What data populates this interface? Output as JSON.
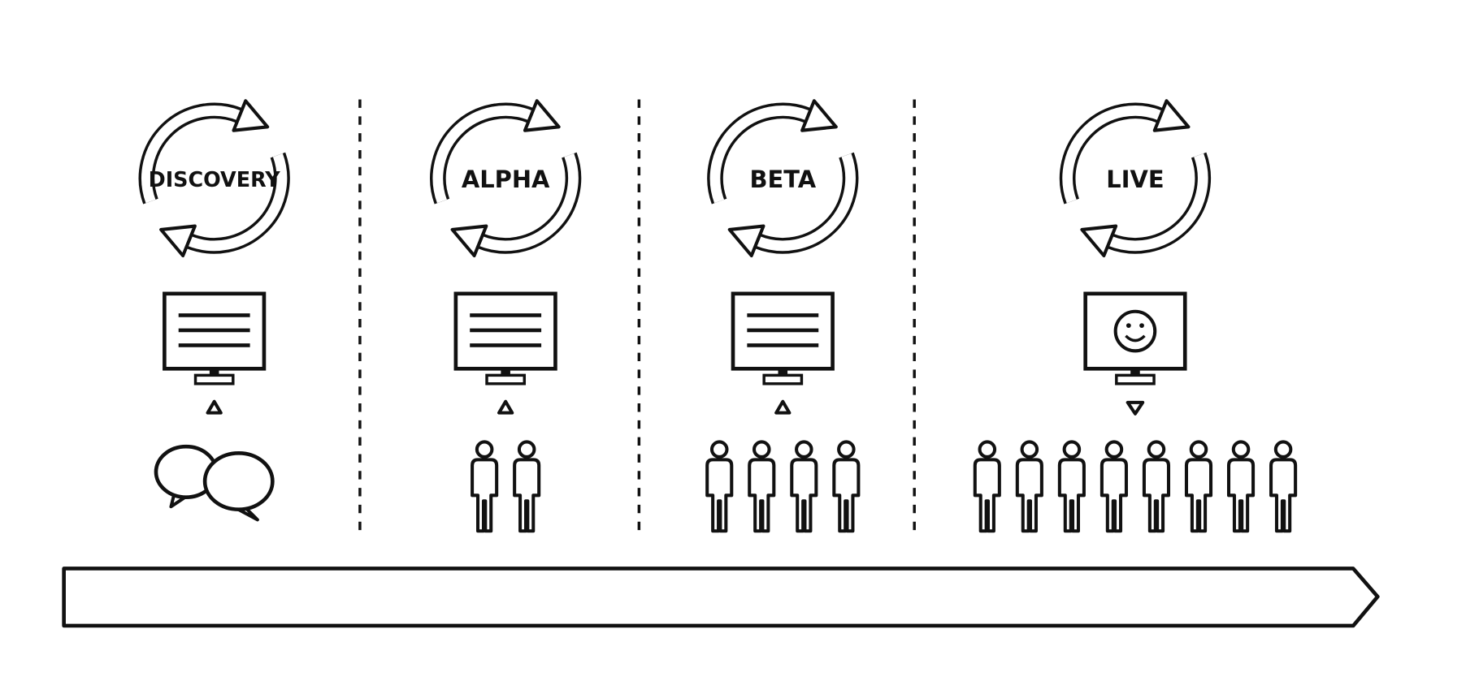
{
  "title": "Service development phases",
  "colors": {
    "ink": "#111111",
    "background": "#ffffff"
  },
  "stages": [
    {
      "name": "DISCOVERY",
      "screen": "text-lines",
      "indicator": "up",
      "audience": "speech-bubbles",
      "people": 0
    },
    {
      "name": "ALPHA",
      "screen": "text-lines",
      "indicator": "up",
      "audience": "people",
      "people": 2
    },
    {
      "name": "BETA",
      "screen": "text-lines",
      "indicator": "up",
      "audience": "people",
      "people": 4
    },
    {
      "name": "LIVE",
      "screen": "smiley",
      "indicator": "down",
      "audience": "people",
      "people": 8
    }
  ],
  "timeline": {
    "icon": "arrow-right-timeline"
  }
}
